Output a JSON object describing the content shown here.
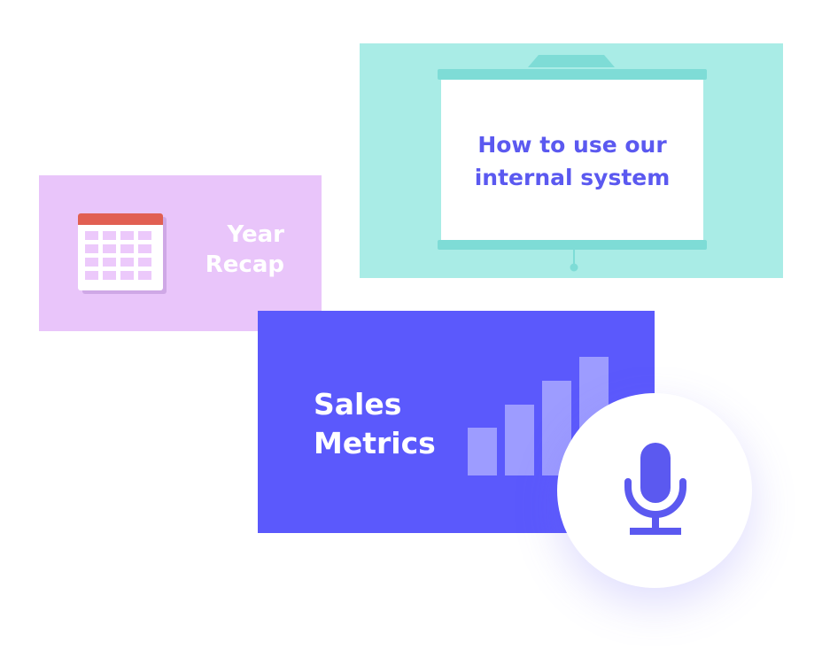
{
  "cards": {
    "presentation": {
      "title_line1": "How to use our",
      "title_line2": "internal system"
    },
    "calendar": {
      "title_line1": "Year",
      "title_line2": "Recap"
    },
    "sales": {
      "title_line1": "Sales",
      "title_line2": "Metrics",
      "bar_levels": [
        0.4,
        0.6,
        0.8,
        1.0
      ]
    }
  },
  "icons": {
    "calendar": "calendar-icon",
    "chart": "bar-chart-icon",
    "projector": "projector-screen-icon",
    "microphone": "microphone-icon"
  },
  "colors": {
    "teal_card": "#a9ece6",
    "pink_card": "#e9c5fa",
    "purple_card": "#5b59fc",
    "accent_text": "#5b59f0",
    "calendar_header": "#e15f52"
  }
}
